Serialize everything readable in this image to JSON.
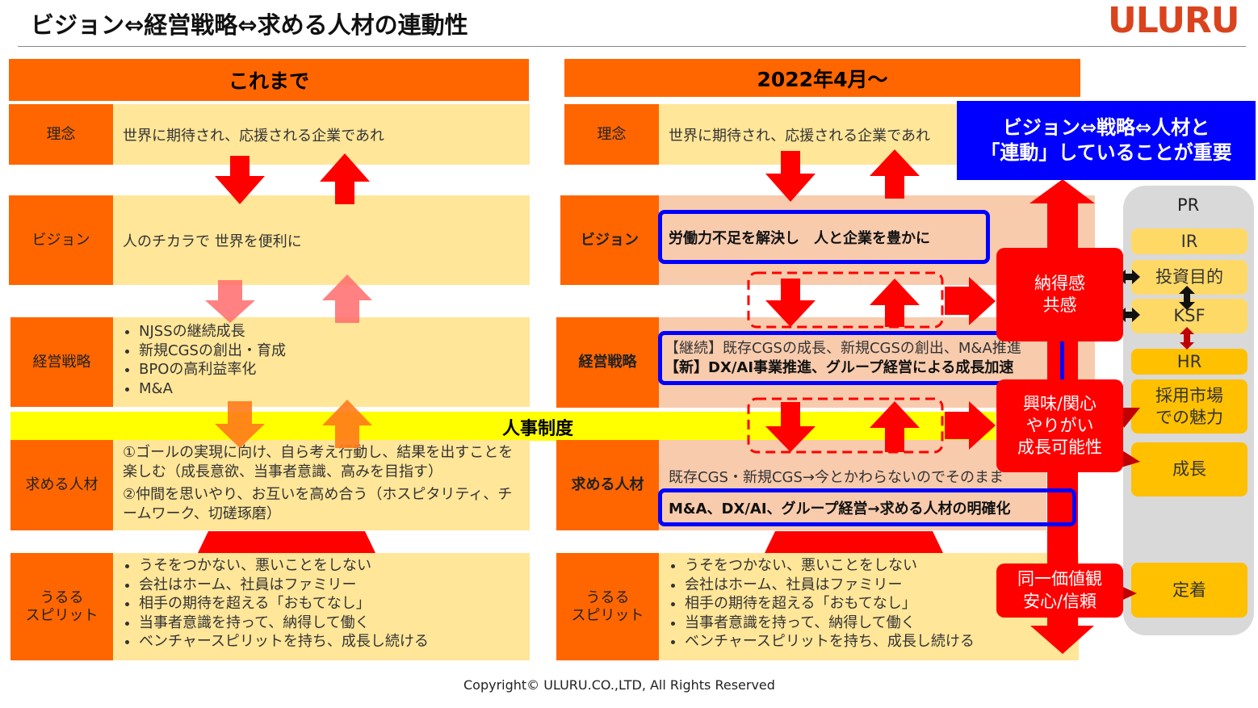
{
  "title": "ビジョン⇔経営戦略⇔求める人材の連動性",
  "logo": "ULURU",
  "left": {
    "header": "これまで",
    "rows": {
      "rinen": {
        "label": "理念",
        "text": "世界に期待され、応援される企業であれ"
      },
      "vision": {
        "label": "ビジョン",
        "text": "人のチカラで 世界を便利に"
      },
      "strategy": {
        "label": "経営戦略",
        "items": [
          "NJSSの継続成長",
          "新規CGSの創出・育成",
          "BPOの高利益率化",
          "M&A"
        ]
      },
      "talent": {
        "label": "求める人材",
        "lines": [
          "①ゴールの実現に向け、自ら考え行動し、結果を出すことを楽しむ（成長意欲、当事者意識、高みを目指す）",
          "②仲間を思いやり、お互いを高め合う（ホスピタリティ、チームワーク、切磋琢磨）"
        ]
      },
      "spirit": {
        "label1": "うるる",
        "label2": "スピリット",
        "items": [
          "うそをつかない、悪いことをしない",
          "会社はホーム、社員はファミリー",
          "相手の期待を超える「おもてなし」",
          "当事者意識を持って、納得して働く",
          "ベンチャースピリットを持ち、成長し続ける"
        ]
      }
    }
  },
  "hr_system": "人事制度",
  "right": {
    "header": "2022年4月～",
    "rows": {
      "rinen": {
        "label": "理念",
        "text": "世界に期待され、応援される企業であれ"
      },
      "vision": {
        "label": "ビジョン",
        "text": "労働力不足を解決し　人と企業を豊かに"
      },
      "strategy": {
        "label": "経営戦略",
        "line1": "【継続】既存CGSの成長、新規CGSの創出、M&A推進",
        "line2": "【新】DX/AI事業推進、グループ経営による成長加速"
      },
      "talent": {
        "label": "求める人材",
        "text": "既存CGS・新規CGS→今とかわらないのでそのまま",
        "highlight": "M&A、DX/AI、グループ経営→求める人材の明確化"
      },
      "spirit": {
        "label1": "うるる",
        "label2": "スピリット",
        "items": [
          "うそをつかない、悪いことをしない",
          "会社はホーム、社員はファミリー",
          "相手の期待を超える「おもてなし」",
          "当事者意識を持って、納得して働く",
          "ベンチャースピリットを持ち、成長し続ける"
        ]
      }
    }
  },
  "callout": {
    "line1": "ビジョン⇔戦略⇔人材と",
    "line2": "「連動」していることが重要"
  },
  "red_boxes": [
    {
      "line1": "納得感",
      "line2": "共感"
    },
    {
      "line1": "興味/関心",
      "line2": "やりがい",
      "line3": "成長可能性"
    },
    {
      "line1": "同一価値観",
      "line2": "安心/信頼"
    }
  ],
  "side": {
    "pr": "PR",
    "ir": "IR",
    "invest": "投資目的",
    "ksf": "KSF",
    "hr": "HR",
    "recruit1": "採用市場",
    "recruit2": "での魅力",
    "growth": "成長",
    "retention": "定着"
  },
  "footer": "Copyright© ULURU.CO.,LTD, All Rights Reserved",
  "colors": {
    "orange": "#ff6600",
    "red": "#ff0000",
    "blue": "#0000ff",
    "yellow": "#ffff00"
  }
}
